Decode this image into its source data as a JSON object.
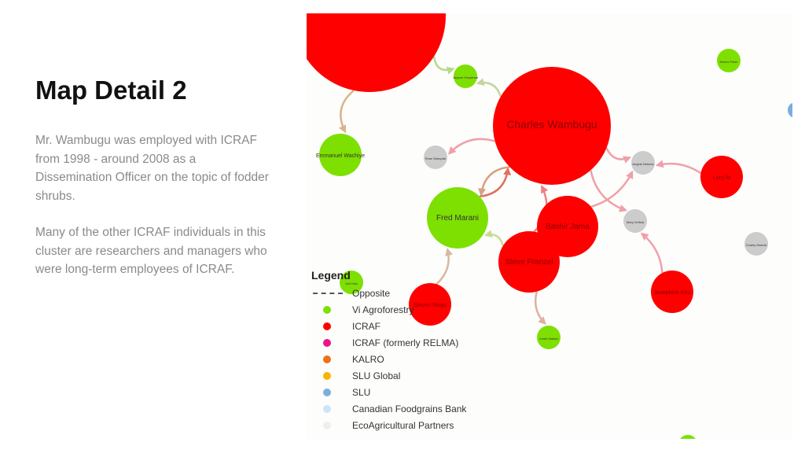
{
  "title": "Map Detail 2",
  "paragraphs": [
    "Mr. Wambugu was employed with ICRAF from 1998 - around 2008 as a Dissemination Officer on the topic of fodder shrubs.",
    "Many of the other ICRAF individuals in this cluster are researchers and managers who were long-term employees of ICRAF."
  ],
  "colors": {
    "vi": "#7ee000",
    "icraf": "#ff0000",
    "relma": "#ee1289",
    "kalro": "#f07014",
    "slu_global": "#f8b400",
    "slu": "#7aaedc",
    "cfb": "#cfe4f8",
    "eco": "#eeeeee",
    "gray": "#cccccc"
  },
  "nodes": [
    {
      "label": "",
      "org": "icraf"
    },
    {
      "label": "Jaylyce Khaplenai",
      "org": "vi"
    },
    {
      "label": "Charles Wambugu",
      "org": "icraf"
    },
    {
      "label": "Emmanuel Wachiye",
      "org": "vi"
    },
    {
      "label": "Rose Wanyoiki",
      "org": "gray"
    },
    {
      "label": "Angela Nekesa",
      "org": "gray"
    },
    {
      "label": "Lucy M",
      "org": "icraf"
    },
    {
      "label": "Moses Pulse",
      "org": "vi"
    },
    {
      "label": "",
      "org": "slu"
    },
    {
      "label": "Fred Marani",
      "org": "vi"
    },
    {
      "label": "Bashir Jama",
      "org": "icraf"
    },
    {
      "label": "Steve Franzel",
      "org": "icraf"
    },
    {
      "label": "Mary Kirifwa",
      "org": "gray"
    },
    {
      "label": "Charity Muriuki",
      "org": "gray"
    },
    {
      "label": "Josephine Kiru",
      "org": "icraf"
    },
    {
      "label": "Steven Ruigu",
      "org": "icraf"
    },
    {
      "label": "Joel Kiiru",
      "org": "vi"
    },
    {
      "label": "Jonah Maison",
      "org": "vi"
    },
    {
      "label": "",
      "org": "vi"
    }
  ],
  "legend": {
    "title": "Legend",
    "items": [
      {
        "label": "Opposite",
        "type": "dash"
      },
      {
        "label": "Vi Agroforestry",
        "color": "#7ee000"
      },
      {
        "label": "ICRAF",
        "color": "#ff0000"
      },
      {
        "label": "ICRAF (formerly RELMA)",
        "color": "#ee1289"
      },
      {
        "label": "KALRO",
        "color": "#f07014"
      },
      {
        "label": "SLU Global",
        "color": "#f8b400"
      },
      {
        "label": "SLU",
        "color": "#7aaedc"
      },
      {
        "label": "Canadian Foodgrains Bank",
        "color": "#cfe4f8"
      },
      {
        "label": "EcoAgricultural Partners",
        "color": "#eeeeee"
      }
    ]
  }
}
